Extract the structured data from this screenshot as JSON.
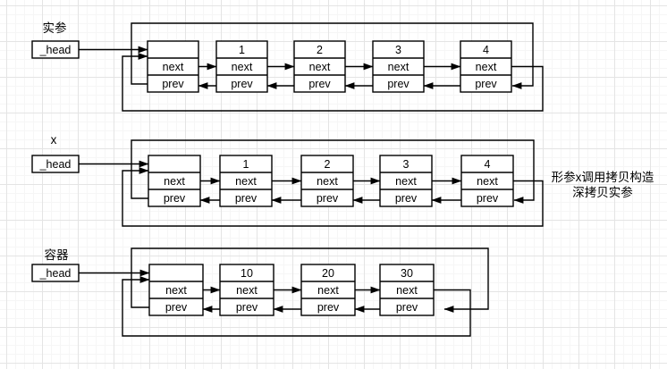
{
  "diagram": {
    "head_box_label": "_head",
    "pointer_labels": {
      "next": "next",
      "prev": "prev"
    },
    "lists": [
      {
        "label": "实参",
        "node_values": [
          "",
          "1",
          "2",
          "3",
          "4"
        ]
      },
      {
        "label": "x",
        "node_values": [
          "",
          "1",
          "2",
          "3",
          "4"
        ]
      },
      {
        "label": "容器",
        "node_values": [
          "",
          "10",
          "20",
          "30"
        ]
      }
    ],
    "annotation": {
      "lines": [
        "形参x调用拷贝构造",
        "深拷贝实参"
      ]
    },
    "colors": {
      "stroke": "#000000",
      "node_fill": "#ffffff",
      "background": "#ffffff",
      "grid_minor": "#f6f6f6",
      "grid_major": "#e4e4e4"
    }
  }
}
